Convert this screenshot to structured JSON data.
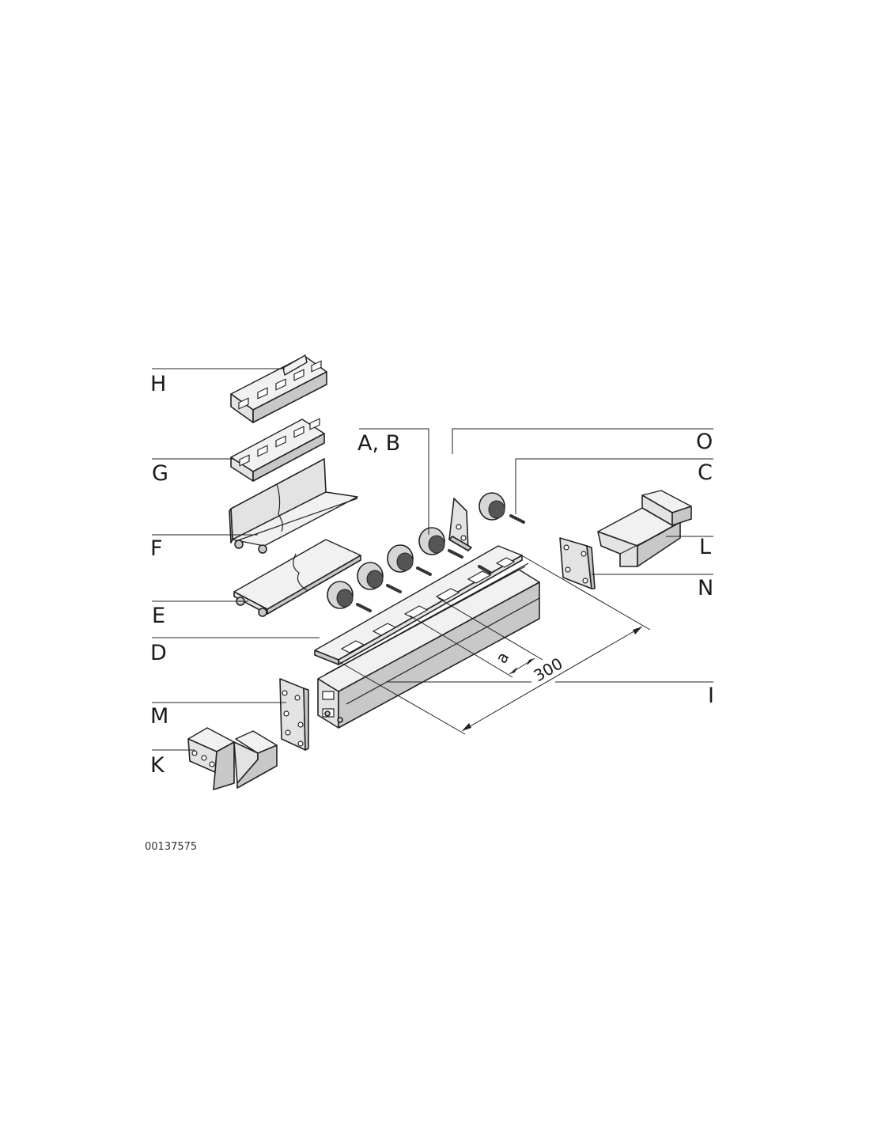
{
  "labels": {
    "H": "H",
    "G": "G",
    "F": "F",
    "E": "E",
    "D": "D",
    "M": "M",
    "K": "K",
    "AB": "A, B",
    "O": "O",
    "C": "C",
    "L": "L",
    "N": "N",
    "I": "I"
  },
  "dimensions": {
    "pitch": "a",
    "length": "300"
  },
  "document_id": "00137575"
}
